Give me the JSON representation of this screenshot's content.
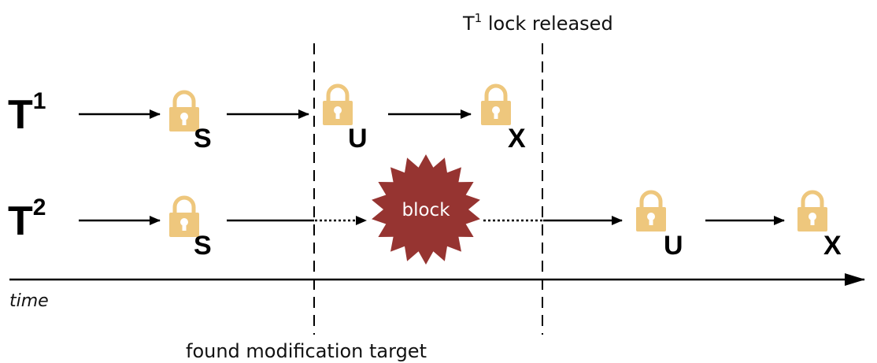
{
  "top_annotation": {
    "prefix": "T",
    "superscript": "1",
    "suffix": " lock released"
  },
  "bottom_annotation": "found modification target",
  "axis_label": "time",
  "rows": [
    {
      "name": "T",
      "sup": "1",
      "locks": [
        "S",
        "U",
        "X"
      ]
    },
    {
      "name": "T",
      "sup": "2",
      "locks": [
        "S",
        "U",
        "X"
      ]
    }
  ],
  "block_label": "block",
  "colors": {
    "lock": "#eec77d",
    "lock_keyhole": "#ffffff",
    "block": "#963431",
    "block_text": "#ffffff",
    "line": "#000000"
  },
  "icons": [
    "padlock-icon",
    "block-starburst-icon"
  ]
}
